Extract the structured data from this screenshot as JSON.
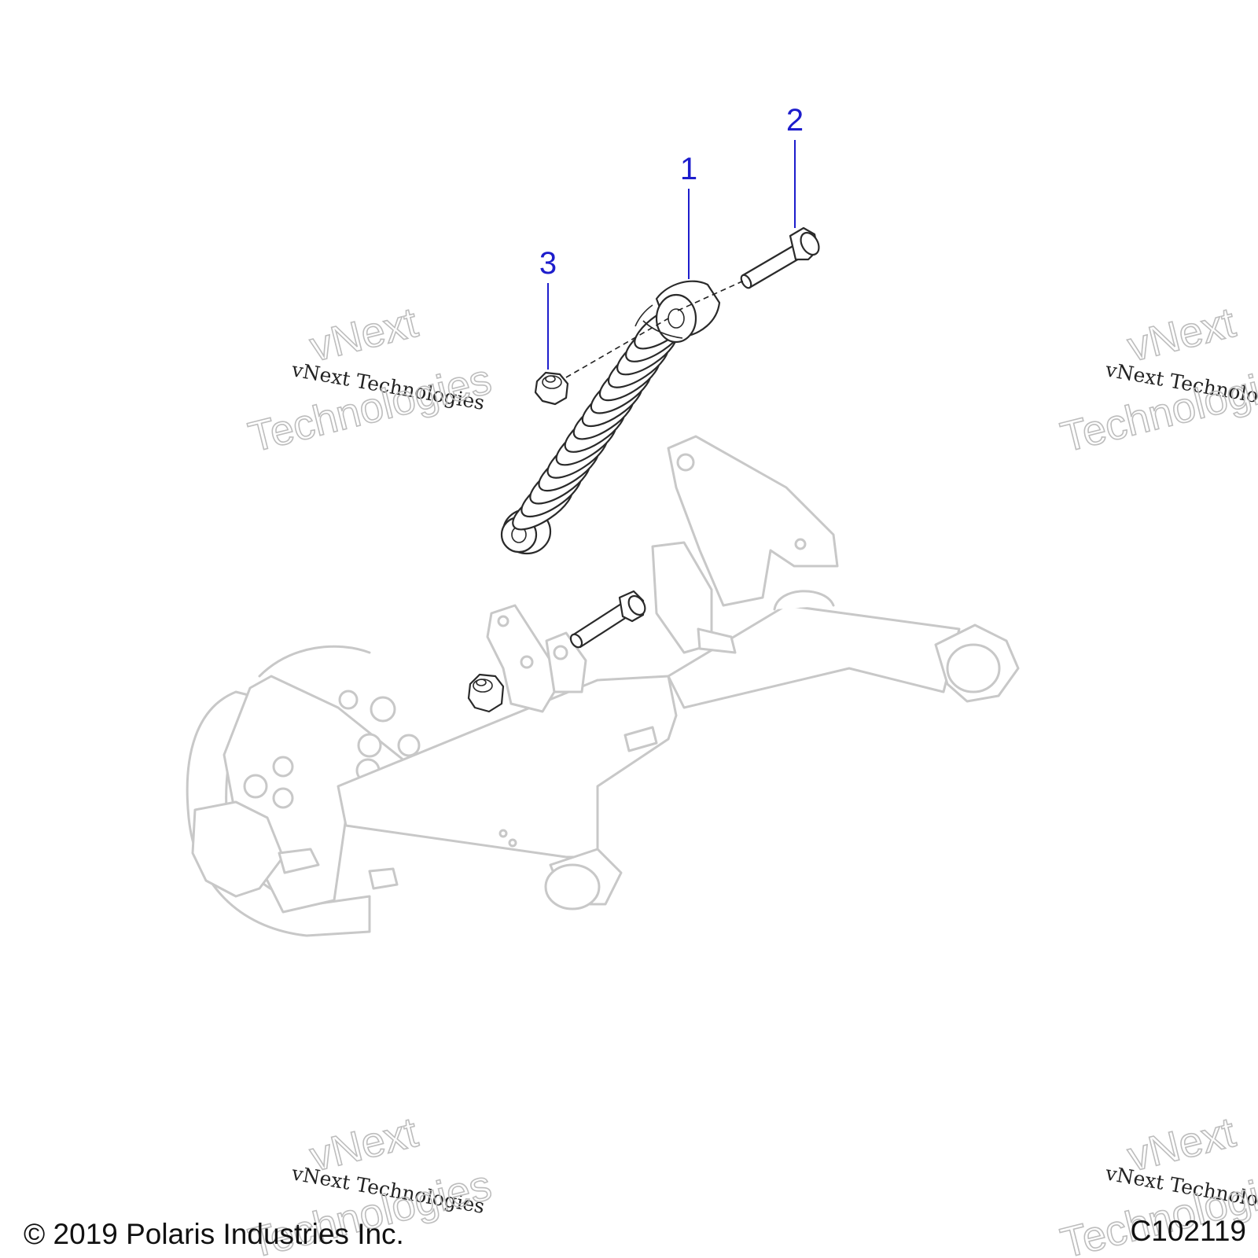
{
  "callouts": [
    {
      "number": "1"
    },
    {
      "number": "2"
    },
    {
      "number": "3"
    }
  ],
  "watermarks": [
    {
      "small": "vNext Technologies",
      "big_line1": "vNext",
      "big_line2": "Technologies"
    },
    {
      "small": "vNext Technologies",
      "big_line1": "vNext",
      "big_line2": "Technologies"
    },
    {
      "small": "vNext Technologies",
      "big_line1": "vNext",
      "big_line2": "Technologies"
    },
    {
      "small": "vNext Technologies",
      "big_line1": "vNext",
      "big_line2": "Technologies"
    }
  ],
  "footer": {
    "copyright": "© 2019 Polaris Industries Inc.",
    "drawing_code": "C102119"
  },
  "colors": {
    "callout_blue": "#1d1dcc",
    "ghost_gray": "#c8c8c8",
    "line_dark": "#2a2a2a"
  }
}
